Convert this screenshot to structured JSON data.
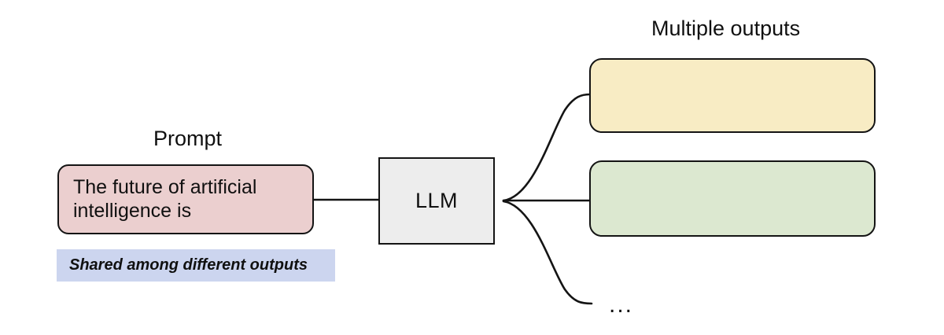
{
  "diagram": {
    "title_left": "Prompt",
    "title_right": "Multiple outputs",
    "prompt": {
      "text": "The future of artificial intelligence is",
      "fill": "#ebcfcf",
      "stroke": "#141414"
    },
    "model": {
      "label": "LLM",
      "fill": "#ededed",
      "stroke": "#141414"
    },
    "outputs": [
      {
        "text": "",
        "fill": "#f8ecc4",
        "stroke": "#141414"
      },
      {
        "text": "",
        "fill": "#dce8d0",
        "stroke": "#141414"
      }
    ],
    "more_outputs_marker": "...",
    "annotation": {
      "text": "Shared among different outputs",
      "fill": "#ccd5ef"
    },
    "edges": {
      "stroke": "#141414",
      "prompt_to_model": "straight",
      "model_to_output_1": "curve-up",
      "model_to_output_2": "straight",
      "model_to_more": "curve-down"
    }
  }
}
